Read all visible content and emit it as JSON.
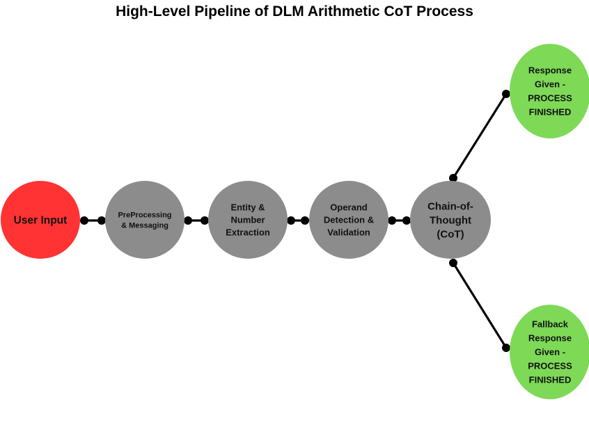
{
  "title": "High-Level Pipeline of DLM Arithmetic CoT Process",
  "colors": {
    "input": "#ff3333",
    "process": "#8c8c8c",
    "finish": "#7ed957",
    "connector": "#000000"
  },
  "nodes": [
    {
      "id": "user-input",
      "lines": [
        "User Input"
      ],
      "color": "input"
    },
    {
      "id": "preprocessing",
      "lines": [
        "PreProcessing",
        "& Messaging"
      ],
      "color": "process"
    },
    {
      "id": "entity-extraction",
      "lines": [
        "Entity &",
        "Number",
        "Extraction"
      ],
      "color": "process"
    },
    {
      "id": "operand-detection",
      "lines": [
        "Operand",
        "Detection &",
        "Validation"
      ],
      "color": "process"
    },
    {
      "id": "chain-of-thought",
      "lines": [
        "Chain-of-",
        "Thought",
        "(CoT)"
      ],
      "color": "process"
    },
    {
      "id": "response-given",
      "lines": [
        "Response",
        "Given -",
        "PROCESS",
        "FINISHED"
      ],
      "color": "finish"
    },
    {
      "id": "fallback-response",
      "lines": [
        "Fallback",
        "Response",
        "Given -",
        "PROCESS",
        "FINISHED"
      ],
      "color": "finish"
    }
  ],
  "edges": [
    {
      "from": "user-input",
      "to": "preprocessing"
    },
    {
      "from": "preprocessing",
      "to": "entity-extraction"
    },
    {
      "from": "entity-extraction",
      "to": "operand-detection"
    },
    {
      "from": "operand-detection",
      "to": "chain-of-thought"
    },
    {
      "from": "chain-of-thought",
      "to": "response-given"
    },
    {
      "from": "chain-of-thought",
      "to": "fallback-response"
    }
  ]
}
